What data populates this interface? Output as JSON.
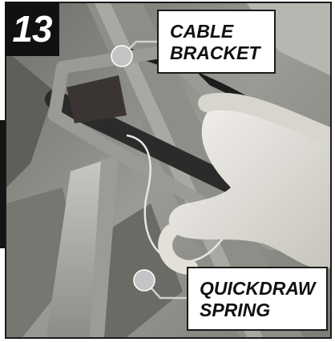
{
  "figure": {
    "step_number": "13",
    "callouts": {
      "cable_bracket": {
        "line1": "CABLE",
        "line2": "BRACKET"
      },
      "quickdraw_spring": {
        "line1": "QUICKDRAW",
        "line2": "SPRING"
      }
    },
    "colors": {
      "badge": "#111111",
      "callout_dot": "#c4c4c4",
      "leader_line": "#d0d0d0",
      "frame": "#1a1a1a"
    }
  }
}
